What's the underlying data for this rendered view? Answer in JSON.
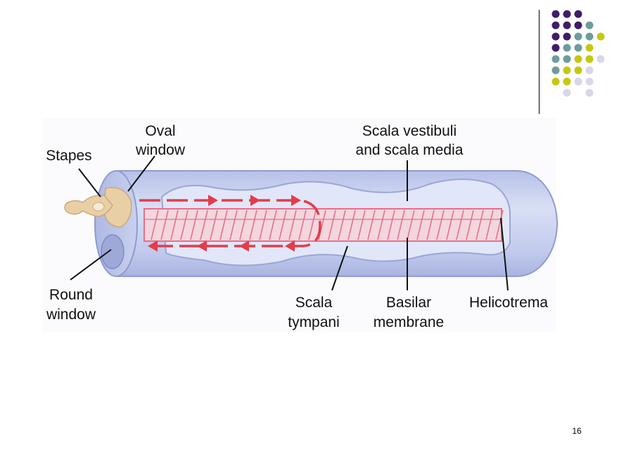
{
  "slide": {
    "page_number": "16",
    "dot_colors": {
      "purple": "#3f1d67",
      "teal": "#6e9c9c",
      "olive": "#c5c80f",
      "lavender": "#d7d6ea"
    }
  },
  "diagram": {
    "labels": {
      "stapes": "Stapes",
      "oval_window_1": "Oval",
      "oval_window_2": "window",
      "round_window_1": "Round",
      "round_window_2": "window",
      "scala_vestibuli_1": "Scala vestibuli",
      "scala_vestibuli_2": "and scala media",
      "scala_tympani_1": "Scala",
      "scala_tympani_2": "tympani",
      "basilar_1": "Basilar",
      "basilar_2": "membrane",
      "helicotrema": "Helicotrema"
    },
    "colors": {
      "tube_fill": "#c9d1ee",
      "tube_edge": "#8f9bcf",
      "inner_fill": "#dfe5f7",
      "membrane": "#e6708a",
      "arrow": "#e43c4a",
      "stapes": "#e9cfa6"
    }
  }
}
